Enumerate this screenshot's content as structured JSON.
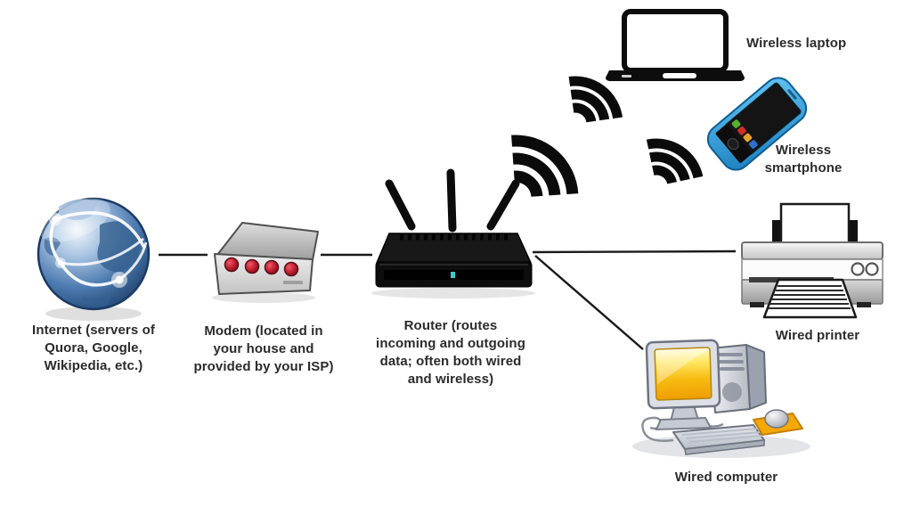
{
  "diagram": {
    "background": "#ffffff",
    "line_color": "#1a1a1a",
    "colors": {
      "wifi": "#0b0b0b",
      "router_led": "#38c9d8",
      "modem_led": "#c01d2e",
      "phone_body": "#3aa9e8",
      "monitor_screen": "#f5b301",
      "mousepad": "#f5a800",
      "globe_blue": "#4e7cb1"
    },
    "nodes": {
      "internet": {
        "label": "Internet (servers of\nQuora, Google,\nWikipedia, etc.)"
      },
      "modem": {
        "label": "Modem (located in\nyour house and\nprovided by your ISP)"
      },
      "router": {
        "label": "Router (routes\nincoming and outgoing\ndata; often both wired\nand wireless)"
      },
      "laptop": {
        "label": "Wireless laptop"
      },
      "smartphone": {
        "label": "Wireless\nsmartphone"
      },
      "printer": {
        "label": "Wired printer"
      },
      "computer": {
        "label": "Wired computer"
      }
    },
    "connections": [
      {
        "from": "internet",
        "to": "modem",
        "type": "wired"
      },
      {
        "from": "modem",
        "to": "router",
        "type": "wired"
      },
      {
        "from": "router",
        "to": "printer",
        "type": "wired"
      },
      {
        "from": "router",
        "to": "computer",
        "type": "wired"
      },
      {
        "from": "router",
        "to": "laptop",
        "type": "wireless"
      },
      {
        "from": "router",
        "to": "smartphone",
        "type": "wireless"
      }
    ]
  }
}
